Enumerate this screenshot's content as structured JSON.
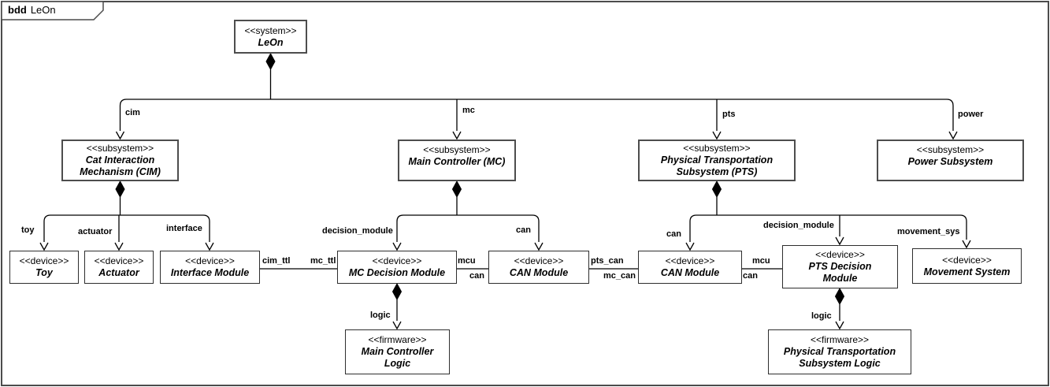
{
  "frame": {
    "keyword": "bdd",
    "name": "LeOn"
  },
  "blocks": {
    "leon": {
      "stereotype": "<<system>>",
      "name": "LeOn"
    },
    "cim": {
      "stereotype": "<<subsystem>>",
      "name": "Cat Interaction Mechanism (CIM)"
    },
    "mc": {
      "stereotype": "<<subsystem>>",
      "name": "Main Controller (MC)"
    },
    "pts": {
      "stereotype": "<<subsystem>>",
      "name": "Physical Transportation Subsystem (PTS)"
    },
    "power": {
      "stereotype": "<<subsystem>>",
      "name": "Power Subsystem"
    },
    "toy": {
      "stereotype": "<<device>>",
      "name": "Toy"
    },
    "actuator": {
      "stereotype": "<<device>>",
      "name": "Actuator"
    },
    "interface_module": {
      "stereotype": "<<device>>",
      "name": "Interface Module"
    },
    "mc_decision_module": {
      "stereotype": "<<device>>",
      "name": "MC Decision Module"
    },
    "can_module_mc": {
      "stereotype": "<<device>>",
      "name": "CAN Module"
    },
    "can_module_pts": {
      "stereotype": "<<device>>",
      "name": "CAN Module"
    },
    "pts_decision_module": {
      "stereotype": "<<device>>",
      "name": "PTS Decision Module"
    },
    "movement_system": {
      "stereotype": "<<device>>",
      "name": "Movement System"
    },
    "mc_logic": {
      "stereotype": "<<firmware>>",
      "name": "Main Controller Logic"
    },
    "pts_logic": {
      "stereotype": "<<firmware>>",
      "name": "Physical Transportation Subsystem Logic"
    }
  },
  "edge_labels": {
    "cim": "cim",
    "mc": "mc",
    "pts": "pts",
    "power": "power",
    "toy": "toy",
    "actuator": "actuator",
    "interface": "interface",
    "mc_decision_module": "decision_module",
    "mc_can": "can",
    "pts_can_branch": "can",
    "pts_decision_module": "decision_module",
    "movement_sys": "movement_sys",
    "cim_ttl": "cim_ttl",
    "mc_ttl": "mc_ttl",
    "mc_mcu": "mcu",
    "mc_can_port": "can",
    "pts_can_link": "pts_can",
    "mc_can_link": "mc_can",
    "pts_mcu": "mcu",
    "pts_can_port": "can",
    "mc_logic": "logic",
    "pts_logic": "logic"
  },
  "colors": {
    "line": "#000000",
    "border": "#4d4d4d",
    "background": "#ffffff"
  }
}
